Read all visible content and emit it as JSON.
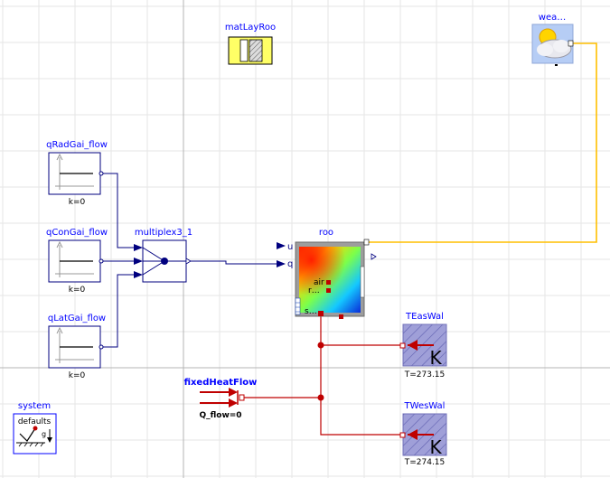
{
  "canvas": {
    "background": "#ffffff",
    "grid_color": "#e6e6e6",
    "axis_color": "#b4b4b4"
  },
  "colors": {
    "signal": "#00007f",
    "heat": "#bf0000",
    "bus": "#ffbf00",
    "label": "#0000ff",
    "param": "#000000"
  },
  "blocks": {
    "matLayRoo": {
      "name": "matLayRoo",
      "icon": "material-layer-icon"
    },
    "weather": {
      "name": "wea…",
      "icon": "weather-sun-cloud-icon"
    },
    "qRadGai_flow": {
      "name": "qRadGai_flow",
      "param": "k=0",
      "icon": "constant-source-icon"
    },
    "qConGai_flow": {
      "name": "qConGai_flow",
      "param": "k=0",
      "icon": "constant-source-icon"
    },
    "qLatGai_flow": {
      "name": "qLatGai_flow",
      "param": "k=0",
      "icon": "constant-source-icon"
    },
    "multiplex3_1": {
      "name": "multiplex3_1",
      "icon": "multiplex-icon"
    },
    "roo": {
      "name": "roo",
      "icon": "room-heatmap-icon",
      "port_u": "u",
      "port_q": "q",
      "port_air": "air",
      "port_r": "r…",
      "port_s": "s…"
    },
    "TEasWal": {
      "name": "TEasWal",
      "param": "T=273.15",
      "glyph": "K",
      "icon": "fixed-temperature-icon"
    },
    "TWesWal": {
      "name": "TWesWal",
      "param": "T=274.15",
      "glyph": "K",
      "icon": "fixed-temperature-icon"
    },
    "fixedHeatFlow": {
      "name": "fixedHeatFlow",
      "param": "Q_flow=0",
      "icon": "heat-flow-arrows-icon"
    },
    "system": {
      "name": "system",
      "label": "defaults",
      "g_label": "g",
      "icon": "system-defaults-icon"
    }
  }
}
